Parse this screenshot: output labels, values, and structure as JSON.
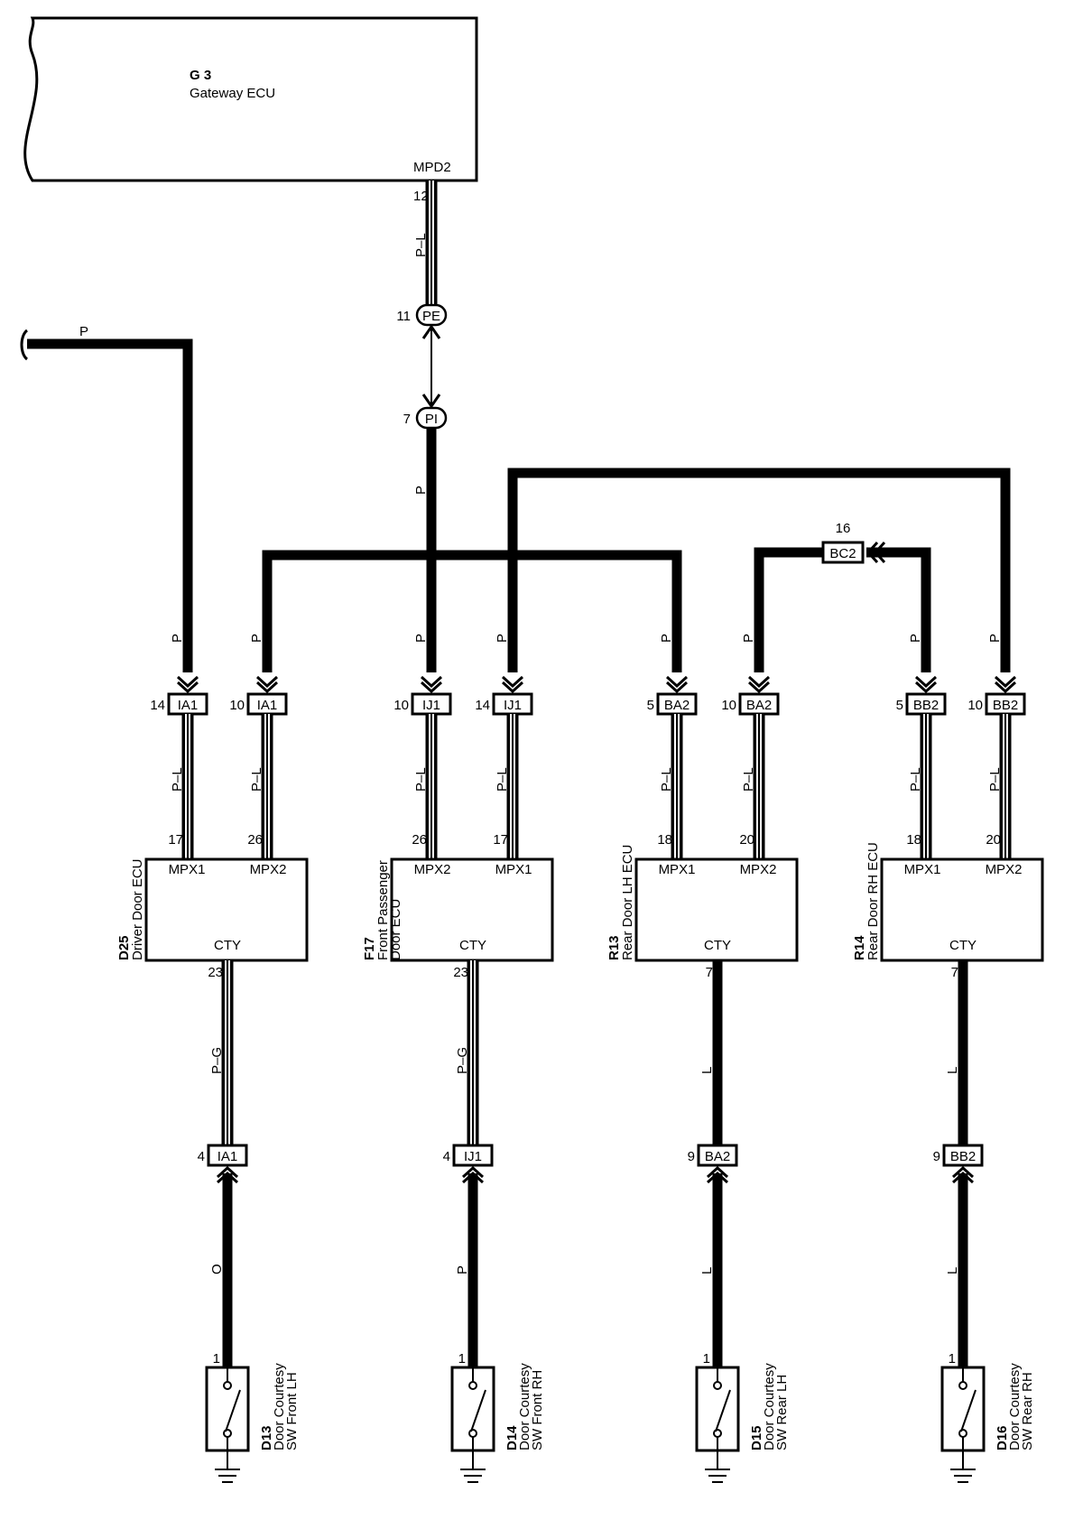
{
  "gateway": {
    "code": "G 3",
    "name": "Gateway ECU",
    "connector": "MPD2",
    "pin": "12",
    "wire": "P–L"
  },
  "junction_pe": {
    "code": "PE",
    "pin": "11"
  },
  "junction_pi": {
    "code": "PI",
    "pin": "7"
  },
  "pi_wire": "P",
  "left_feed_wire": "P",
  "bc2": {
    "code": "BC2",
    "pin": "16"
  },
  "connectors": [
    {
      "code": "IA1",
      "pin": "14",
      "wire_top": "P",
      "wire_bottom": "P–L",
      "ecu_pin": "17"
    },
    {
      "code": "IA1",
      "pin": "10",
      "wire_top": "P",
      "wire_bottom": "P–L",
      "ecu_pin": "26"
    },
    {
      "code": "IJ1",
      "pin": "10",
      "wire_top": "P",
      "wire_bottom": "P–L",
      "ecu_pin": "26"
    },
    {
      "code": "IJ1",
      "pin": "14",
      "wire_top": "P",
      "wire_bottom": "P–L",
      "ecu_pin": "17"
    },
    {
      "code": "BA2",
      "pin": "5",
      "wire_top": "P",
      "wire_bottom": "P–L",
      "ecu_pin": "18"
    },
    {
      "code": "BA2",
      "pin": "10",
      "wire_top": "P",
      "wire_bottom": "P–L",
      "ecu_pin": "20"
    },
    {
      "code": "BB2",
      "pin": "5",
      "wire_top": "P",
      "wire_bottom": "P–L",
      "ecu_pin": "18"
    },
    {
      "code": "BB2",
      "pin": "10",
      "wire_top": "P",
      "wire_bottom": "P–L",
      "ecu_pin": "20"
    }
  ],
  "ecus": [
    {
      "code": "D25",
      "name": [
        "Driver Door ECU"
      ],
      "left_terminal": "MPX1",
      "right_terminal": "MPX2",
      "bottom_terminal": "CTY",
      "cty_pin": "23"
    },
    {
      "code": "F17",
      "name": [
        "Front Passenger",
        "Door ECU"
      ],
      "left_terminal": "MPX2",
      "right_terminal": "MPX1",
      "bottom_terminal": "CTY",
      "cty_pin": "23"
    },
    {
      "code": "R13",
      "name": [
        "Rear Door LH ECU"
      ],
      "left_terminal": "MPX1",
      "right_terminal": "MPX2",
      "bottom_terminal": "CTY",
      "cty_pin": "7"
    },
    {
      "code": "R14",
      "name": [
        "Rear Door RH ECU"
      ],
      "left_terminal": "MPX1",
      "right_terminal": "MPX2",
      "bottom_terminal": "CTY",
      "cty_pin": "7"
    }
  ],
  "lower_chains": [
    {
      "wire_upper": "P–G",
      "connector": "IA1",
      "connector_pin": "4",
      "wire_lower": "O",
      "switch_pin": "1"
    },
    {
      "wire_upper": "P–G",
      "connector": "IJ1",
      "connector_pin": "4",
      "wire_lower": "P",
      "switch_pin": "1"
    },
    {
      "wire_upper": "L",
      "connector": "BA2",
      "connector_pin": "9",
      "wire_lower": "L",
      "switch_pin": "1"
    },
    {
      "wire_upper": "L",
      "connector": "BB2",
      "connector_pin": "9",
      "wire_lower": "L",
      "switch_pin": "1"
    }
  ],
  "switches": [
    {
      "code": "D13",
      "name": [
        "Door Courtesy",
        "SW Front LH"
      ]
    },
    {
      "code": "D14",
      "name": [
        "Door Courtesy",
        "SW Front RH"
      ]
    },
    {
      "code": "D15",
      "name": [
        "Door Courtesy",
        "SW Rear LH"
      ]
    },
    {
      "code": "D16",
      "name": [
        "Door Courtesy",
        "SW Rear RH"
      ]
    }
  ],
  "colors": {
    "line": "#000000",
    "background": "#ffffff"
  }
}
